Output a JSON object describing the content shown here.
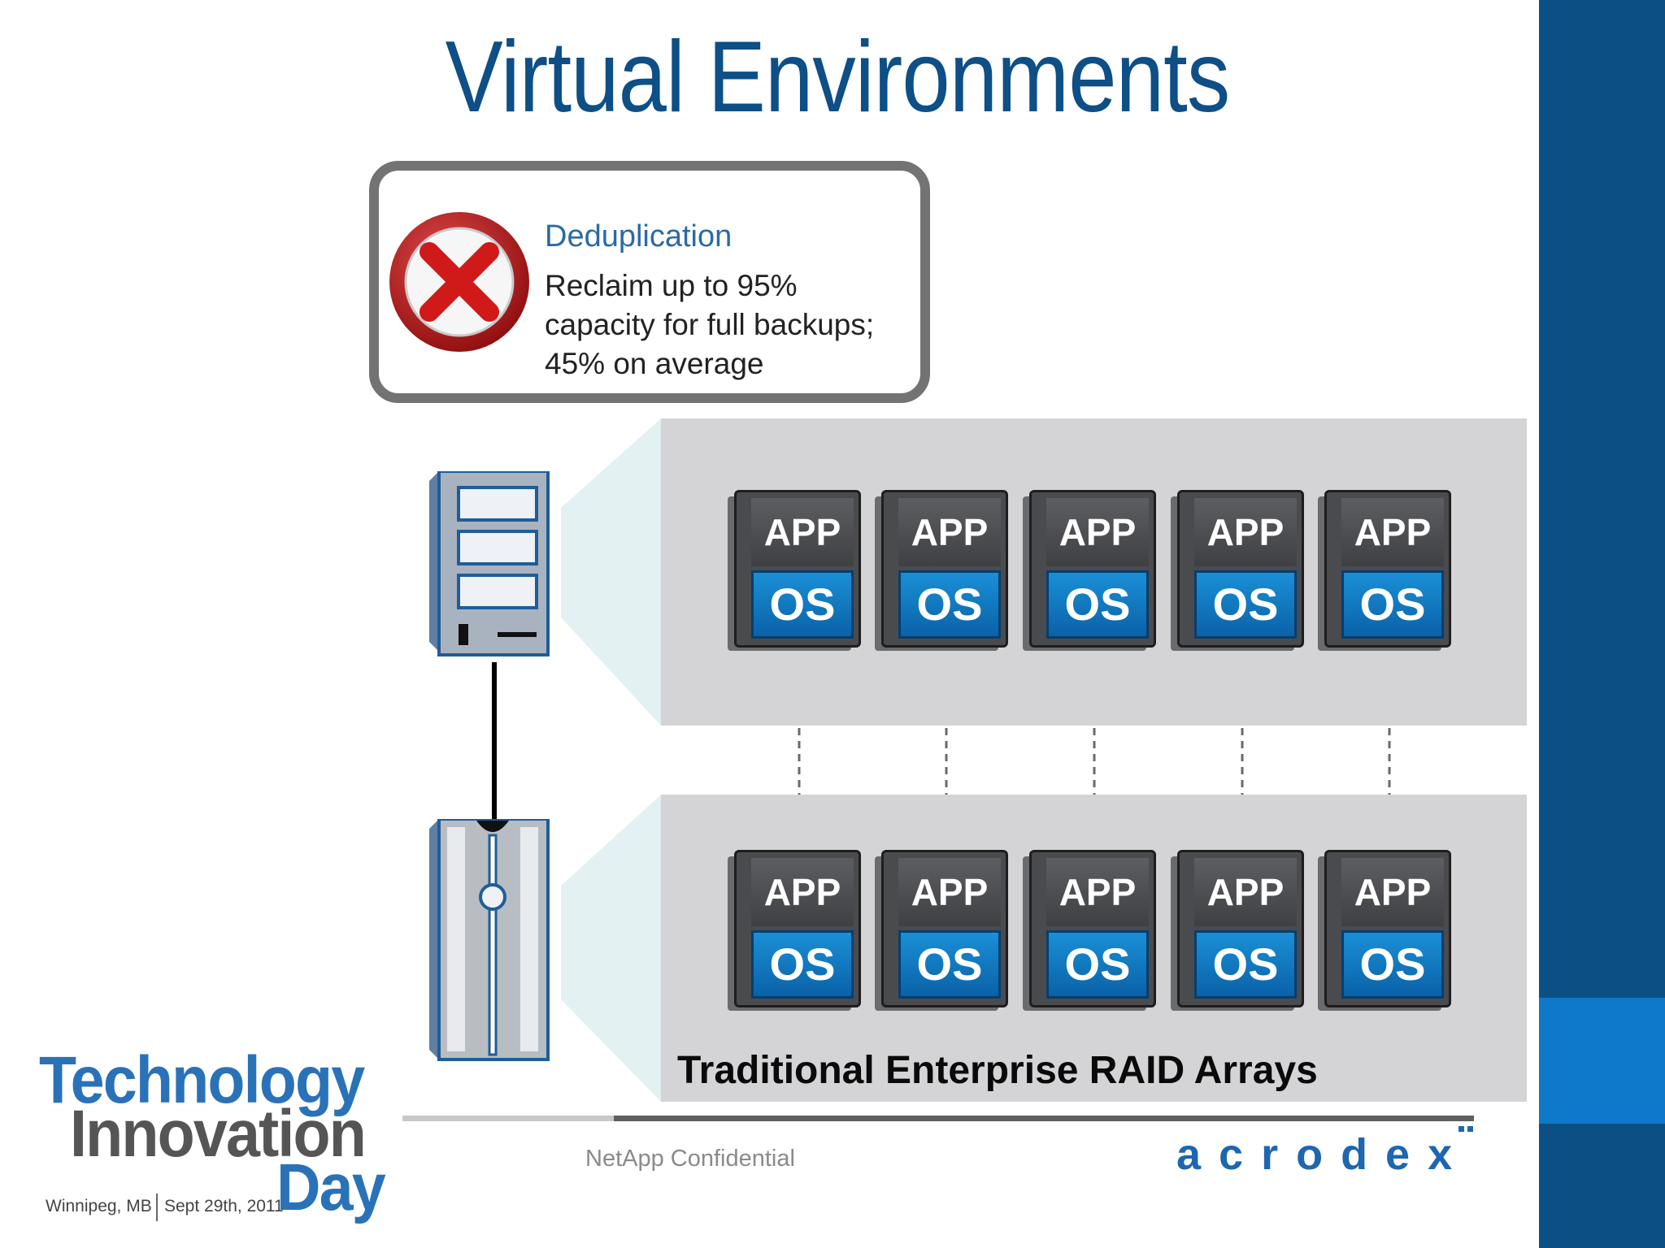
{
  "slide": {
    "title": "Virtual Environments"
  },
  "callout": {
    "icon": "stop-x-icon",
    "heading": "Deduplication",
    "lines": [
      "Reclaim up to 95%",
      "capacity for full backups;",
      "45% on average"
    ]
  },
  "vm": {
    "app_label": "APP",
    "os_label": "OS"
  },
  "panels": {
    "top_count": 5,
    "bottom_count": 5,
    "bottom_caption": "Traditional Enterprise RAID Arrays"
  },
  "devices": {
    "server_icon": "server-icon",
    "storage_icon": "storage-array-icon"
  },
  "footer": {
    "confidential": "NetApp Confidential",
    "brand": "acrodex"
  },
  "event_logo": {
    "line1": "Technology",
    "line2": "Innovation",
    "line3": "Day",
    "location": "Winnipeg, MB",
    "date": "Sept 29th, 2011"
  },
  "colors": {
    "title": "#0d4f86",
    "band": "#0c4f84",
    "band_accent": "#0e78c9",
    "panel": "#d4d4d6",
    "os_blue": "#0a62a8"
  }
}
